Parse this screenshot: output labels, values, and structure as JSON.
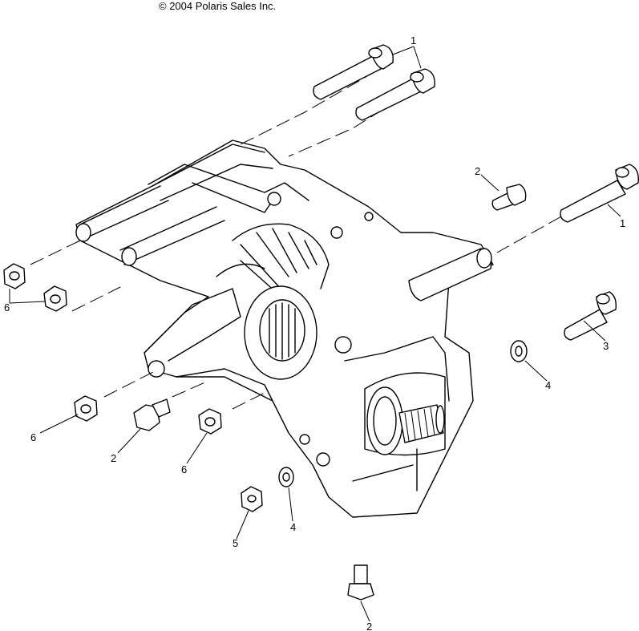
{
  "copyright": "© 2004 Polaris Sales Inc.",
  "callouts": {
    "bolt_long_pair": "1",
    "bolt_long_right": "1",
    "bolt_short_top": "2",
    "bolt_medium": "3",
    "washer_right": "4",
    "nut_left_pair": "6",
    "nut_left_lower": "6",
    "bolt_short_left": "2",
    "nut_middle": "6",
    "nut_bottom": "5",
    "washer_bottom": "4",
    "bolt_bottom": "2"
  }
}
